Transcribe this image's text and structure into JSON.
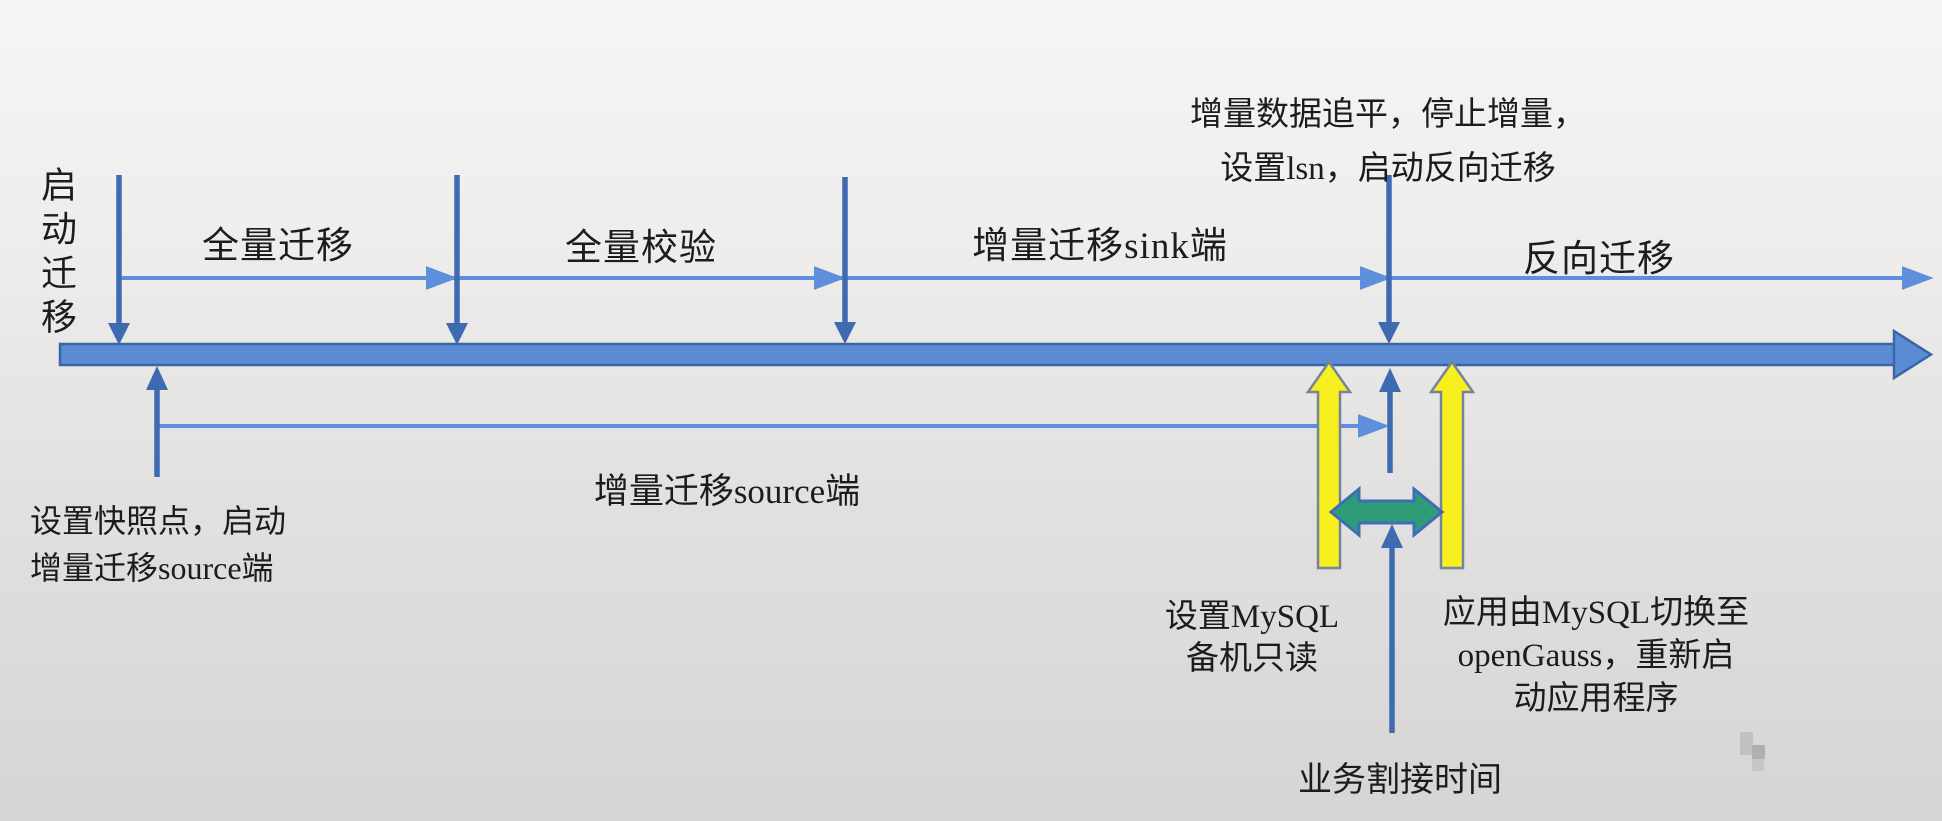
{
  "diagram": {
    "title_hint": "MySQL to openGauss migration timeline",
    "start_label": "启动迁移",
    "phases": [
      {
        "label": "全量迁移"
      },
      {
        "label": "全量校验"
      },
      {
        "label": "增量迁移sink端"
      },
      {
        "label": "反向迁移"
      }
    ],
    "top_note": {
      "line1": "增量数据追平，停止增量，",
      "line2": "设置lsn，启动反向迁移"
    },
    "bottom_left_note": {
      "line1": "设置快照点，启动",
      "line2": "增量迁移source端"
    },
    "source_channel_label": "增量迁移source端",
    "mysql_readonly_note": {
      "line1": "设置MySQL",
      "line2": "备机只读"
    },
    "app_switch_note": {
      "line1": "应用由MySQL切换至",
      "line2": "openGauss，重新启",
      "line3": "动应用程序"
    },
    "cutover_label": "业务割接时间",
    "colors": {
      "timeline_bar_fill": "#5b8bd3",
      "timeline_bar_stroke": "#3a66a8",
      "thin_arrow": "#5d8fdc",
      "tick_arrow": "#3e6ab2",
      "yellow_arrow_fill": "#f7ef1e",
      "yellow_arrow_stroke": "#75849e",
      "green_arrow_fill": "#2e9d77",
      "green_arrow_stroke": "#3f6cb5"
    }
  }
}
